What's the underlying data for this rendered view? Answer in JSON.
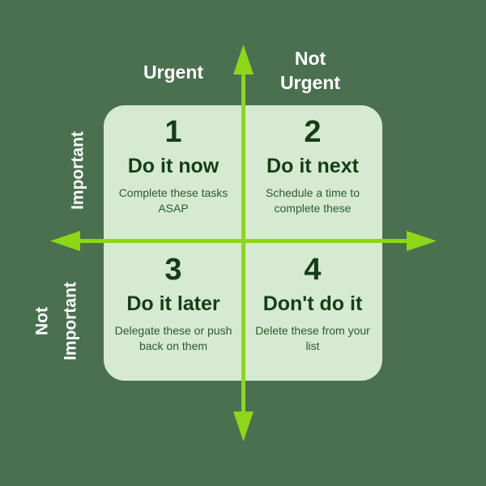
{
  "diagram": {
    "type": "eisenhower-matrix",
    "colors": {
      "background": "#4a7050",
      "card": "#d5ead0",
      "axis": "#8ed61a",
      "heading_text": "#163d16",
      "body_text": "#2d5a2d",
      "axis_label_text": "#ffffff"
    }
  },
  "axis_labels": {
    "columns": [
      {
        "id": "urgent",
        "label": "Urgent"
      },
      {
        "id": "not-urgent",
        "line1": "Not",
        "line2": "Urgent"
      }
    ],
    "rows": [
      {
        "id": "important",
        "label": "Important"
      },
      {
        "id": "not-important",
        "line1": "Not",
        "line2": "Important"
      }
    ]
  },
  "quadrants": [
    {
      "id": "q1",
      "number": "1",
      "title": "Do it now",
      "description": "Complete these tasks ASAP"
    },
    {
      "id": "q2",
      "number": "2",
      "title": "Do it next",
      "description": "Schedule a time to complete these"
    },
    {
      "id": "q3",
      "number": "3",
      "title": "Do it later",
      "description": "Delegate these or push back on them"
    },
    {
      "id": "q4",
      "number": "4",
      "title": "Don't do it",
      "description": "Delete these from your list"
    }
  ],
  "axes": {
    "vertical_arrow_up": "arrow-up-icon",
    "vertical_arrow_down": "arrow-down-icon",
    "horizontal_arrow_left": "arrow-left-icon",
    "horizontal_arrow_right": "arrow-right-icon"
  }
}
